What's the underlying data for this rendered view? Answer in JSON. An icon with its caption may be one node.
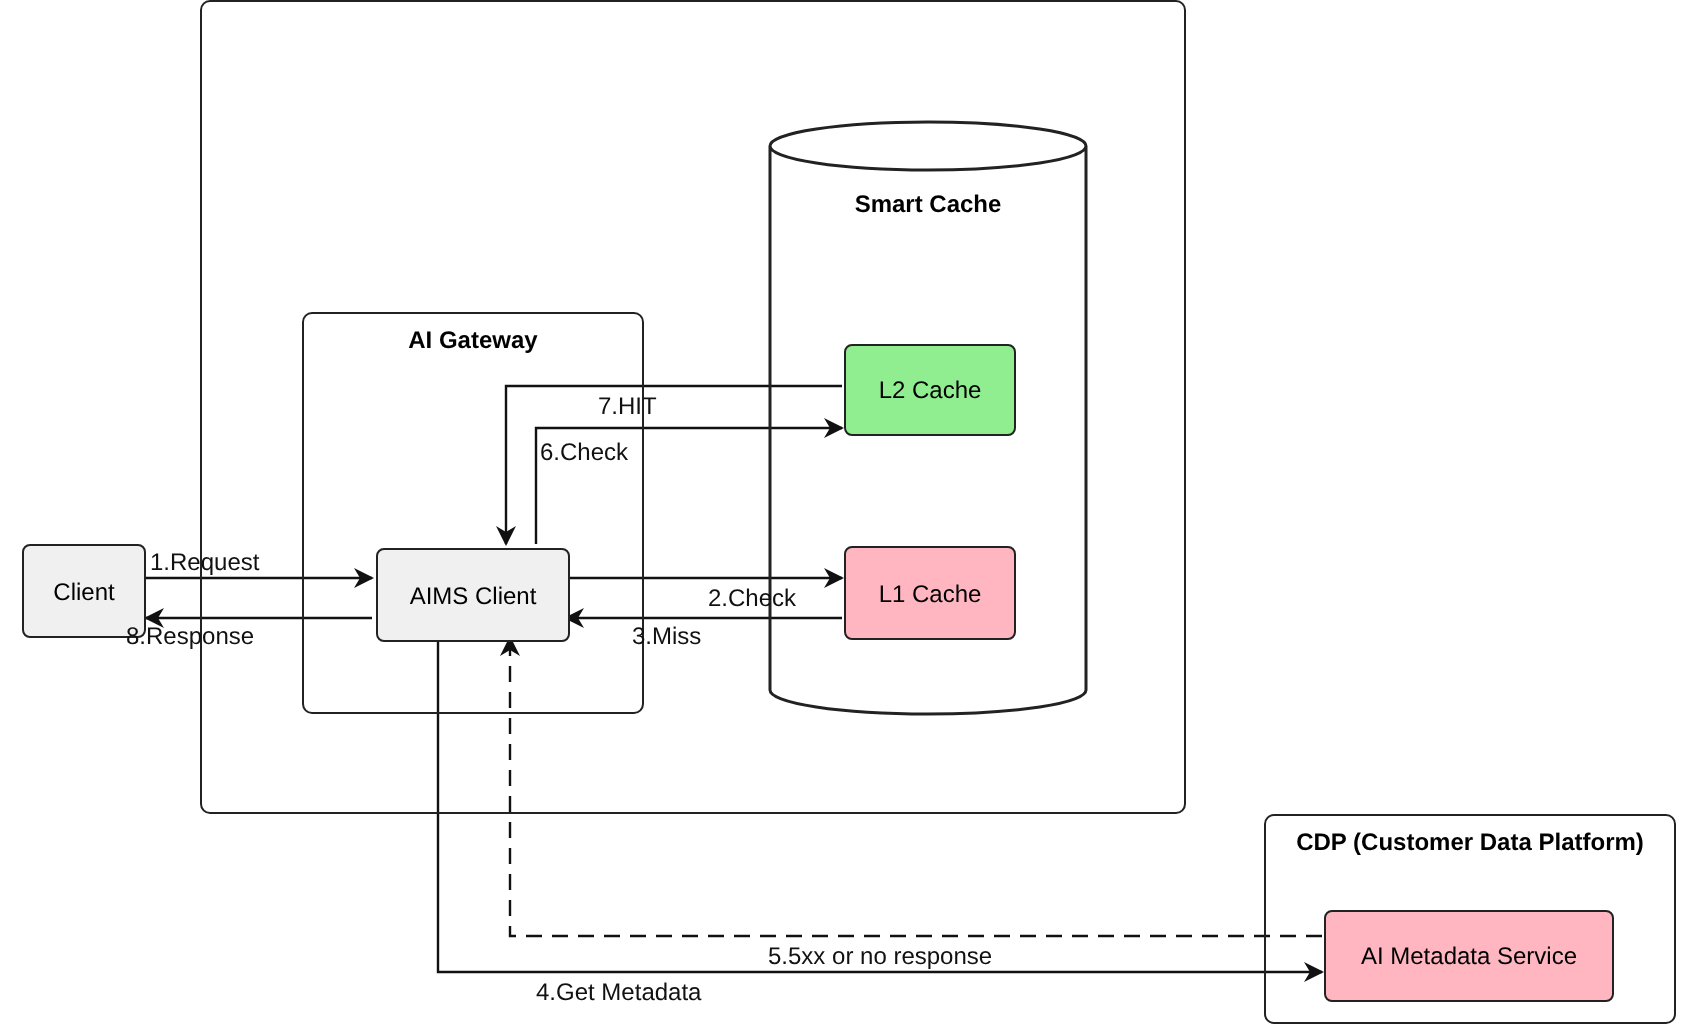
{
  "diagram": {
    "nodes": [
      {
        "text": [],
        "shape": "box"
      },
      {
        "text": [
          "Smart Cache"
        ],
        "in": 0
      },
      {
        "text": [
          "L2 Cache"
        ],
        "in": 1
      },
      {
        "text": [
          "L1 Cache"
        ],
        "in": 1
      },
      {
        "text": [
          "AI Gateway"
        ],
        "in": 0
      },
      {
        "text": [
          "AIMS Client"
        ],
        "in": 4
      },
      {
        "text": [
          "Client"
        ]
      },
      {
        "text": [
          "CDP (Customer Data Platform)"
        ]
      },
      {
        "text": [
          "AI Metadata Service"
        ],
        "in": 7
      }
    ],
    "edges": [
      {
        "from": 6,
        "to": 5,
        "arrow": "to",
        "label": "1.Request"
      },
      {
        "from": 5,
        "to": 3,
        "arrow": "to",
        "label": "2.Check"
      },
      {
        "from": 3,
        "to": 5,
        "arrow": "to",
        "label": "3.Miss"
      },
      {
        "from": 5,
        "to": 8,
        "arrow": "to",
        "label": "4.Get Metadata"
      },
      {
        "from": 8,
        "to": 5,
        "arrow": "to",
        "label": "5.5xx or no response",
        "style": "dashed"
      },
      {
        "from": 5,
        "to": 2,
        "arrow": "to",
        "label": "6.Check"
      },
      {
        "from": 2,
        "to": 5,
        "arrow": "to",
        "label": "7.HIT"
      },
      {
        "from": 5,
        "to": 6,
        "arrow": "to",
        "label": "8.Response"
      }
    ]
  }
}
